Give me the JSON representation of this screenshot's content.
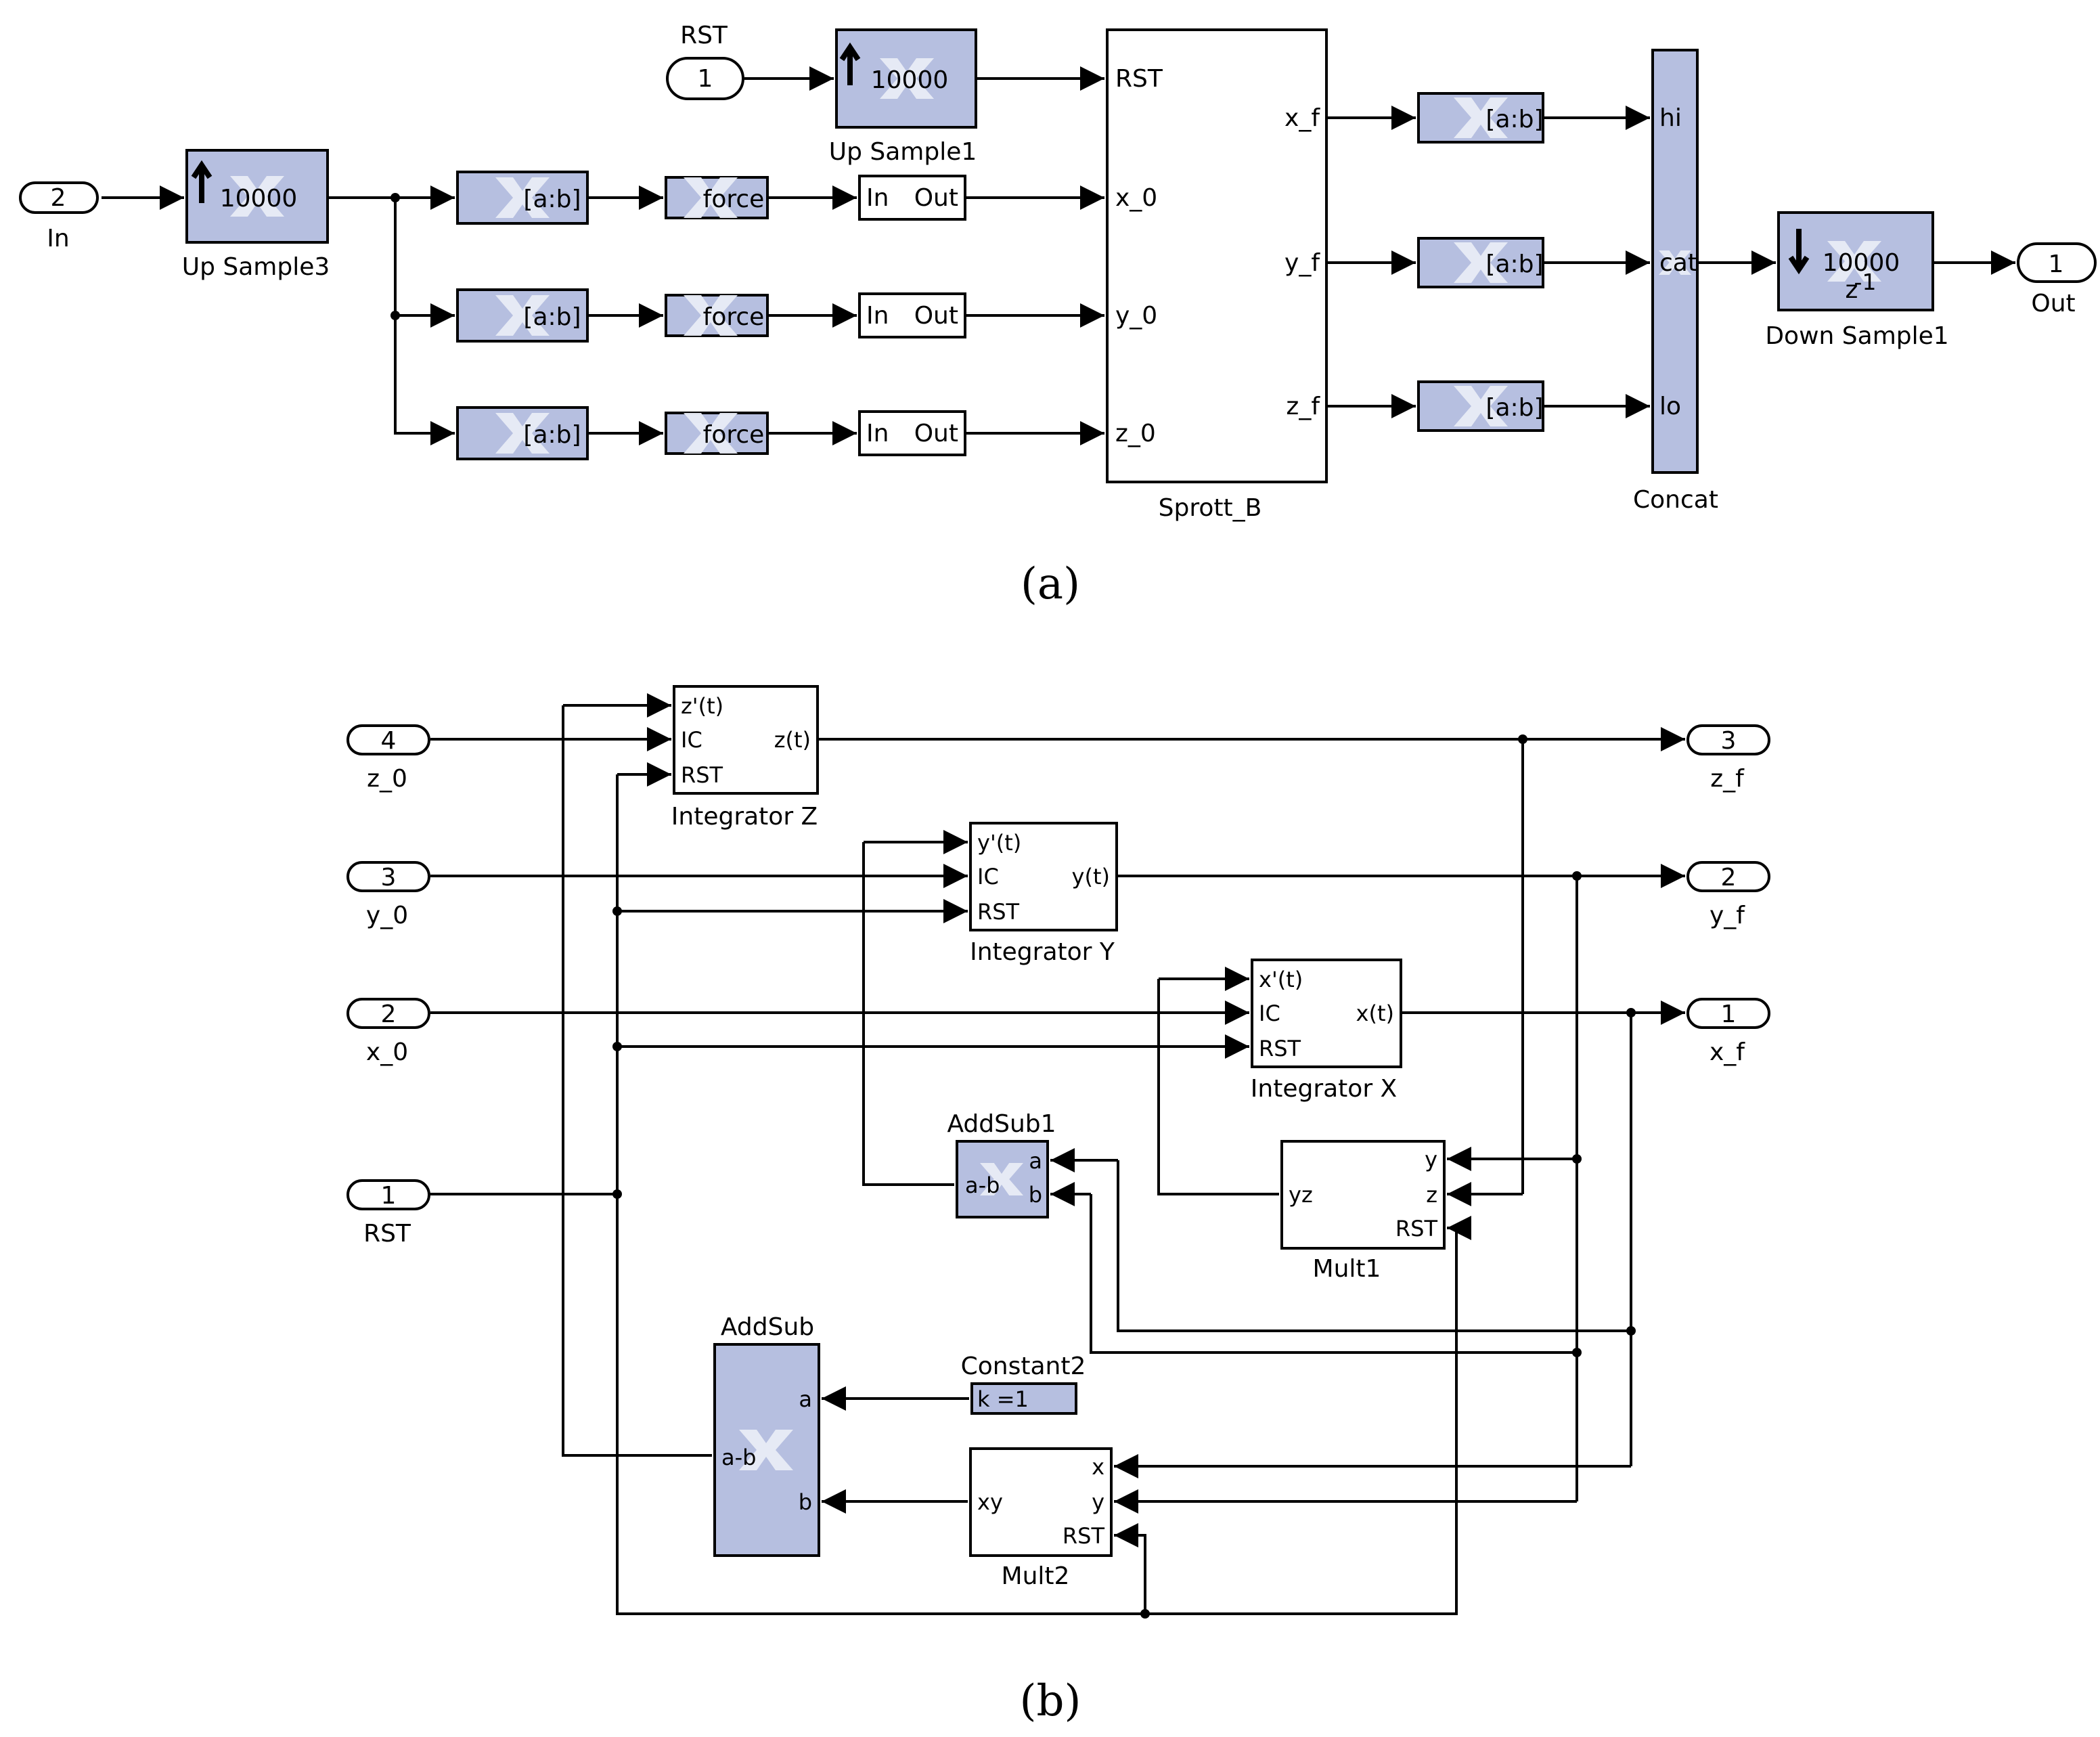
{
  "captions": {
    "a": "(a)",
    "b": "(b)"
  },
  "diagram_a": {
    "top_rst_label": "RST",
    "in_port": {
      "num": "2",
      "name": "In"
    },
    "rst_port": {
      "num": "1"
    },
    "out_port": {
      "num": "1",
      "name": "Out"
    },
    "up_sample3": {
      "value": "10000",
      "name": "Up Sample3"
    },
    "up_sample1": {
      "value": "10000",
      "name": "Up Sample1"
    },
    "slice_label": "[a:b]",
    "force_label": "force",
    "sub_in": "In",
    "sub_out": "Out",
    "sprott": {
      "name": "Sprott_B",
      "in_ports": [
        "RST",
        "x_0",
        "y_0",
        "z_0"
      ],
      "out_ports": [
        "x_f",
        "y_f",
        "z_f"
      ]
    },
    "concat": {
      "name": "Concat",
      "ports": [
        "hi",
        "cat",
        "lo"
      ]
    },
    "down_sample1": {
      "value": "10000",
      "sub": "z",
      "exp": "-1",
      "name": "Down Sample1"
    }
  },
  "diagram_b": {
    "inputs": [
      {
        "num": "4",
        "name": "z_0"
      },
      {
        "num": "3",
        "name": "y_0"
      },
      {
        "num": "2",
        "name": "x_0"
      },
      {
        "num": "1",
        "name": "RST"
      }
    ],
    "outputs": [
      {
        "num": "3",
        "name": "z_f"
      },
      {
        "num": "2",
        "name": "y_f"
      },
      {
        "num": "1",
        "name": "x_f"
      }
    ],
    "integrator_z": {
      "name": "Integrator Z",
      "in": [
        "z'(t)",
        "IC",
        "RST"
      ],
      "out": "z(t)"
    },
    "integrator_y": {
      "name": "Integrator Y",
      "in": [
        "y'(t)",
        "IC",
        "RST"
      ],
      "out": "y(t)"
    },
    "integrator_x": {
      "name": "Integrator X",
      "in": [
        "x'(t)",
        "IC",
        "RST"
      ],
      "out": "x(t)"
    },
    "addsub1": {
      "name": "AddSub1",
      "in": [
        "a",
        "b"
      ],
      "out": "a-b"
    },
    "addsub": {
      "name": "AddSub",
      "in": [
        "a",
        "b"
      ],
      "out": "a-b"
    },
    "mult1": {
      "name": "Mult1",
      "in": [
        "y",
        "z",
        "RST"
      ],
      "out": "yz"
    },
    "mult2": {
      "name": "Mult2",
      "in": [
        "x",
        "y",
        "RST"
      ],
      "out": "xy"
    },
    "constant2": {
      "name": "Constant2",
      "value": "k =1"
    }
  }
}
